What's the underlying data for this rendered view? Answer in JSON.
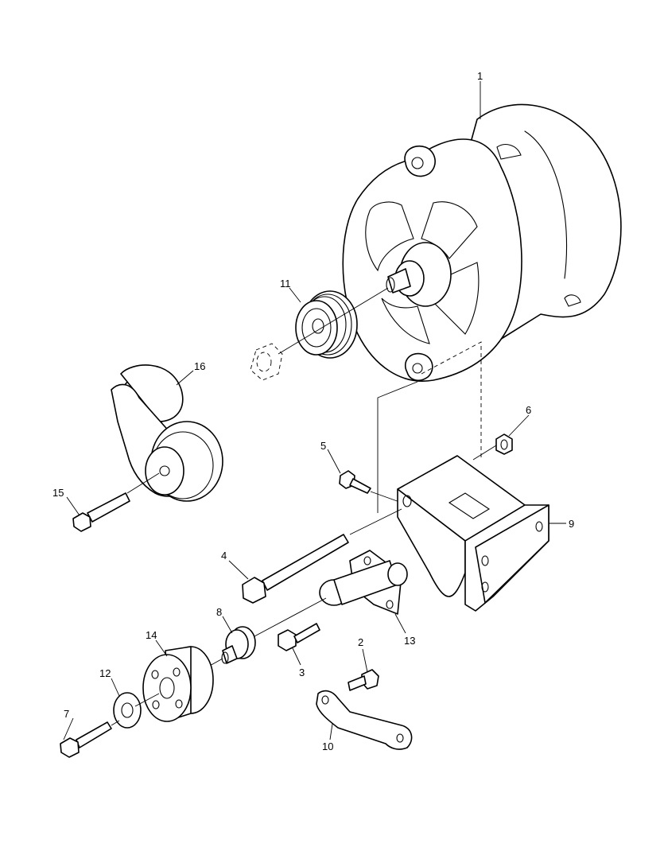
{
  "diagram": {
    "type": "exploded-parts-view",
    "callouts": [
      {
        "id": "1",
        "text": "1"
      },
      {
        "id": "2",
        "text": "2"
      },
      {
        "id": "3",
        "text": "3"
      },
      {
        "id": "4",
        "text": "4"
      },
      {
        "id": "5",
        "text": "5"
      },
      {
        "id": "6",
        "text": "6"
      },
      {
        "id": "7",
        "text": "7"
      },
      {
        "id": "8",
        "text": "8"
      },
      {
        "id": "9",
        "text": "9"
      },
      {
        "id": "10",
        "text": "10"
      },
      {
        "id": "11",
        "text": "11"
      },
      {
        "id": "12",
        "text": "12"
      },
      {
        "id": "13",
        "text": "13"
      },
      {
        "id": "14",
        "text": "14"
      },
      {
        "id": "15",
        "text": "15"
      },
      {
        "id": "16",
        "text": "16"
      }
    ],
    "colors": {
      "line": "#000000",
      "background": "#ffffff"
    }
  }
}
